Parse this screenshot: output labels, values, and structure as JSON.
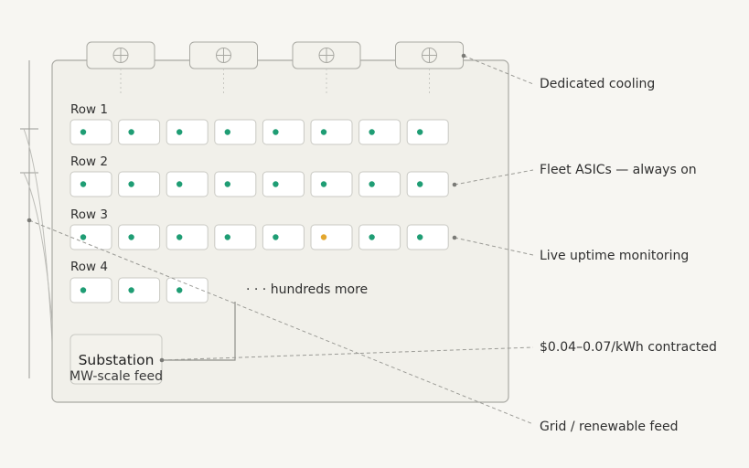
{
  "diagram": {
    "rows": [
      {
        "label": "Row 1",
        "units": 8,
        "status": [
          "ok",
          "ok",
          "ok",
          "ok",
          "ok",
          "ok",
          "ok",
          "ok"
        ]
      },
      {
        "label": "Row 2",
        "units": 8,
        "status": [
          "ok",
          "ok",
          "ok",
          "ok",
          "ok",
          "ok",
          "ok",
          "ok"
        ]
      },
      {
        "label": "Row 3",
        "units": 8,
        "status": [
          "ok",
          "ok",
          "ok",
          "ok",
          "ok",
          "warn",
          "ok",
          "ok"
        ]
      },
      {
        "label": "Row 4",
        "units": 3,
        "status": [
          "ok",
          "ok",
          "ok"
        ]
      }
    ],
    "more_label": "· · · hundreds more",
    "substation": {
      "title": "Substation",
      "caption": "MW-scale feed"
    },
    "cooling_units": 4,
    "annotations": {
      "cooling": "Dedicated cooling",
      "asics": "Fleet ASICs — always on",
      "uptime": "Live uptime monitoring",
      "contract": "$0.04–0.07/kWh contracted",
      "grid": "Grid / renewable feed"
    },
    "colors": {
      "background": "#f7f6f2",
      "facility_fill": "#f1f0ea",
      "stroke": "#a9a9a3",
      "status_ok": "#1f9d74",
      "status_warn": "#e3a72f",
      "leader": "#9a9a95"
    },
    "icons": {
      "cooling": "fan-crosshair-icon",
      "status": "status-dot-icon"
    }
  }
}
